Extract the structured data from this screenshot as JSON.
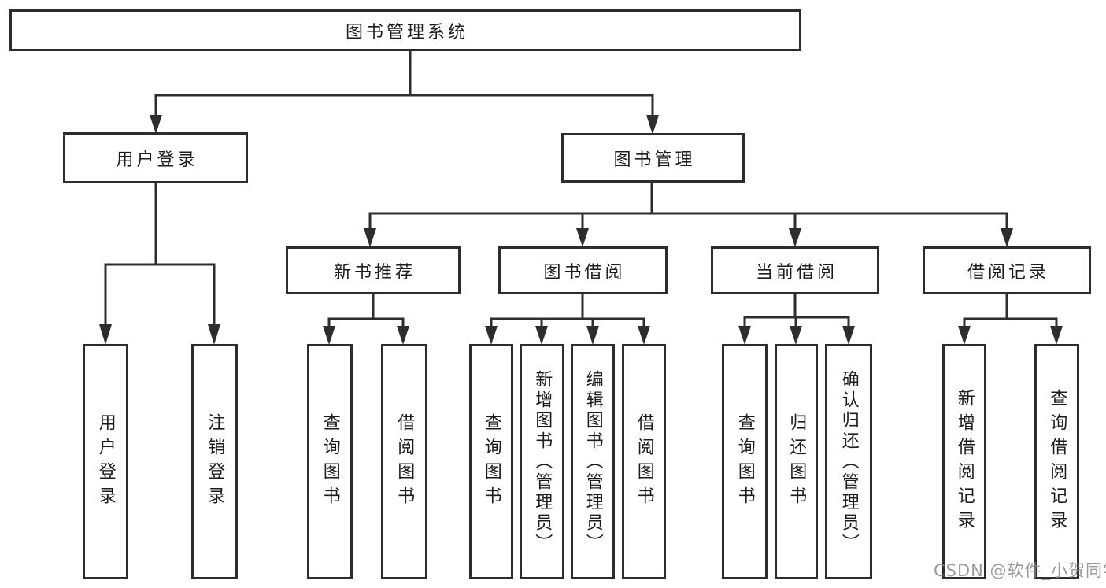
{
  "tree": {
    "root": {
      "label": "图书管理系统"
    },
    "branches": [
      {
        "label": "用户登录",
        "leaves": [
          {
            "label": "用户登录"
          },
          {
            "label": "注销登录"
          }
        ]
      },
      {
        "label": "图书管理",
        "groups": [
          {
            "label": "新书推荐",
            "leaves": [
              {
                "label": "查询图书"
              },
              {
                "label": "借阅图书"
              }
            ]
          },
          {
            "label": "图书借阅",
            "leaves": [
              {
                "label": "查询图书"
              },
              {
                "label": "新增图书（管理员）"
              },
              {
                "label": "编辑图书（管理员）"
              },
              {
                "label": "借阅图书"
              }
            ]
          },
          {
            "label": "当前借阅",
            "leaves": [
              {
                "label": "查询图书"
              },
              {
                "label": "归还图书"
              },
              {
                "label": "确认归还（管理员）"
              }
            ]
          },
          {
            "label": "借阅记录",
            "leaves": [
              {
                "label": "新增借阅记录"
              },
              {
                "label": "查询借阅记录"
              }
            ]
          }
        ]
      }
    ]
  },
  "watermark": {
    "text": "CSDN @软件_小贺同学"
  },
  "colors": {
    "line": "#2d2d2d",
    "box_border": "#2d2d2d",
    "box_fill": "#ffffff",
    "text": "#1c1c1c",
    "watermark": "#8a8a8a",
    "background": "#ffffff"
  }
}
